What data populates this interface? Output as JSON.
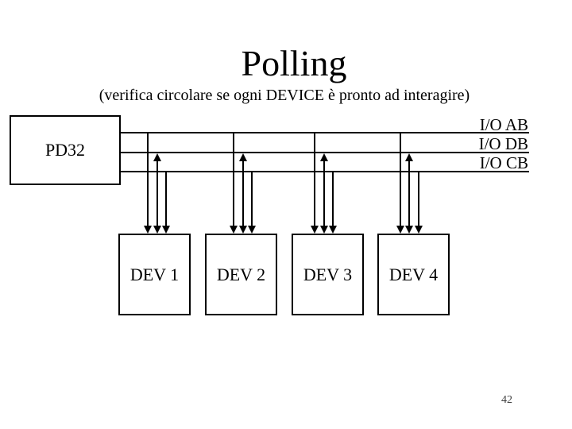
{
  "title": "Polling",
  "subtitle": "(verifica circolare se ogni DEVICE è pronto ad interagire)",
  "page_number": "42",
  "diagram": {
    "cpu_label": "PD32",
    "bus_labels": [
      "I/O AB",
      "I/O DB",
      "I/O CB"
    ],
    "devices": [
      {
        "label": "DEV 1"
      },
      {
        "label": "DEV 2"
      },
      {
        "label": "DEV 3"
      },
      {
        "label": "DEV 4"
      }
    ],
    "colors": {
      "background": "#ffffff",
      "line": "#000000",
      "text": "#000000",
      "page_number_text": "#3d3d3d"
    }
  }
}
